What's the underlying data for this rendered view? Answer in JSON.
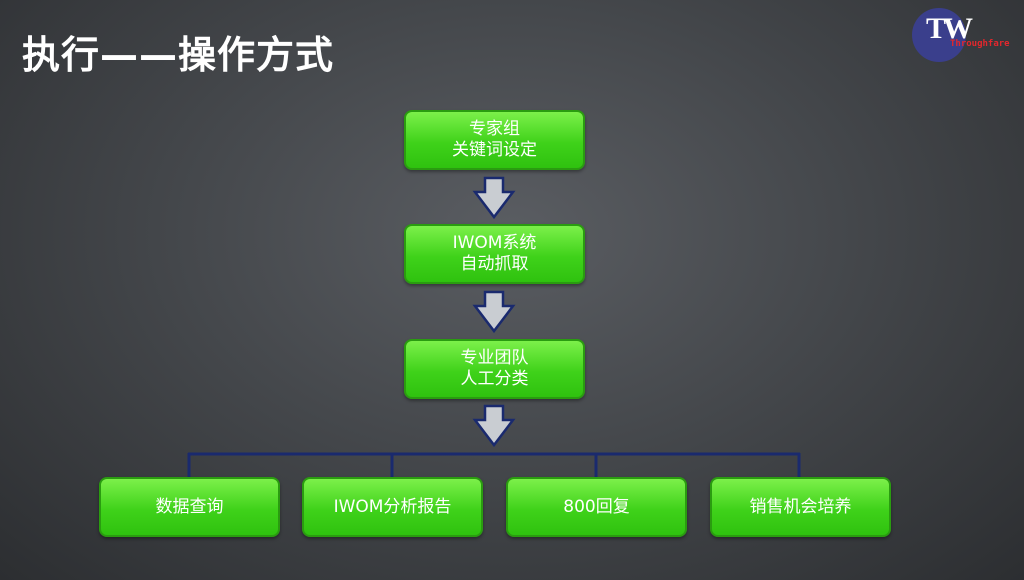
{
  "slide": {
    "title": "执行——操作方式",
    "logo": {
      "letters": "TW",
      "text": "Throughfare"
    }
  },
  "flow": {
    "steps": [
      {
        "line1": "专家组",
        "line2": "关键词设定"
      },
      {
        "line1": "IWOM系统",
        "line2": "自动抓取"
      },
      {
        "line1": "专业团队",
        "line2": "人工分类"
      }
    ],
    "outputs": [
      {
        "label": "数据查询"
      },
      {
        "label": "IWOM分析报告"
      },
      {
        "label": "800回复"
      },
      {
        "label": "销售机会培养"
      }
    ]
  },
  "colors": {
    "box_fill": "#3fd21a",
    "box_border": "#2a9c10",
    "connector": "#1a2a6e",
    "arrow_fill": "#c9cdd2",
    "title": "#ffffff"
  }
}
